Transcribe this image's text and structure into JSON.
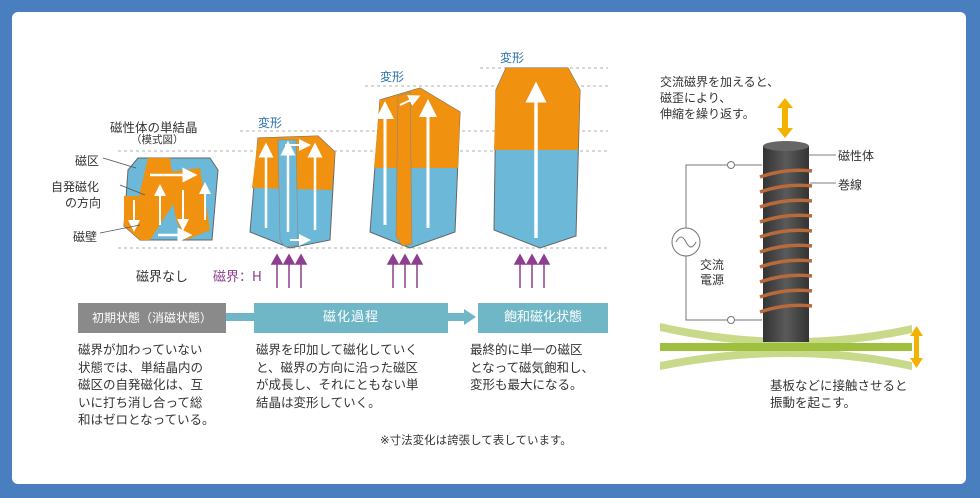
{
  "crystal": {
    "title": "磁性体の単結晶",
    "subtitle": "（模式図）",
    "label_domain": "磁区",
    "label_direction_1": "自発磁化",
    "label_direction_2": "の方向",
    "label_wall": "磁壁",
    "no_field": "磁界なし",
    "field": "磁界：H",
    "deform_1": "変形",
    "deform_2": "変形",
    "deform_3": "変形"
  },
  "stages": {
    "initial": "初期状態（消磁状態）",
    "process": "磁化過程",
    "saturated": "飽和磁化状態"
  },
  "descriptions": {
    "initial": [
      "磁界が加わっていない",
      "状態では、単結晶内の",
      "磁区の自発磁化は、互",
      "いに打ち消し合って総",
      "和はゼロとなっている。"
    ],
    "process": [
      "磁界を印加して磁化していく",
      "と、磁界の方向に沿った磁区",
      "が成長し、それにともない単",
      "結晶は変形していく。"
    ],
    "saturated": [
      "最終的に単一の磁区",
      "となって磁気飽和し、",
      "変形も最大になる。"
    ]
  },
  "note": "※寸法変化は誇張して表しています。",
  "device": {
    "caption": [
      "交流磁界を加えると、",
      "磁歪により、",
      "伸縮を繰り返す。"
    ],
    "label_body": "磁性体",
    "label_coil": "巻線",
    "label_ac": [
      "交流",
      "電源"
    ],
    "caption_bottom": [
      "基板などに接触させると",
      "振動を起こす。"
    ]
  },
  "colors": {
    "background": "#4a7fbf",
    "orange": "#f0910f",
    "blue": "#6cb8d8",
    "stage_gray": "#8a8a8a",
    "stage_teal": "#6fb6c6",
    "field_arrow": "#8e3e8e",
    "coil": "#b86a3a",
    "rod": "#4a4a4a",
    "plate": "#9fbf3f",
    "yellow_arrow": "#f2b200"
  }
}
